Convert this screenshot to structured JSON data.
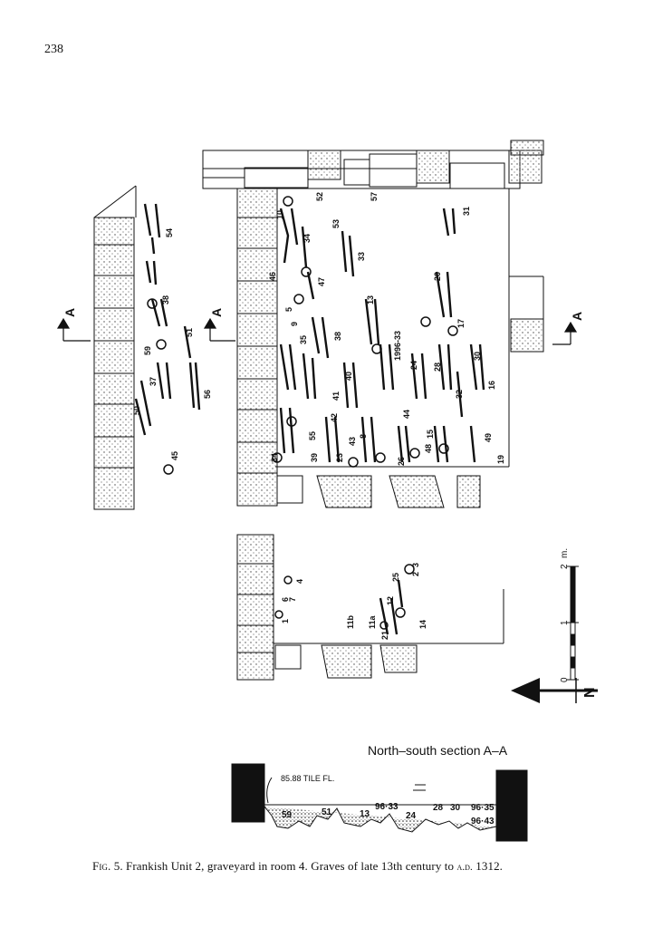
{
  "page_number": "238",
  "section_markers": {
    "left": "A",
    "middle": "A",
    "right": "A"
  },
  "plan_labels": {
    "west_strip": [
      "54",
      "38",
      "59",
      "51",
      "37",
      "56",
      "50",
      "45"
    ],
    "upper_room": [
      "10",
      "52",
      "57",
      "31",
      "53",
      "34",
      "33",
      "20",
      "46",
      "47",
      "5",
      "13",
      "35",
      "38",
      "1996-33",
      "9",
      "40",
      "24",
      "28",
      "30",
      "16",
      "17",
      "32",
      "41",
      "55",
      "42",
      "8",
      "44",
      "15",
      "48",
      "49",
      "43",
      "39",
      "23",
      "26",
      "19",
      "34"
    ],
    "lower_room": [
      "2",
      "3",
      "4",
      "25",
      "6",
      "7",
      "11b",
      "12",
      "11a",
      "14",
      "21",
      "1"
    ]
  },
  "scale_bar": {
    "unit": "m.",
    "ticks": [
      "2",
      "1",
      "0"
    ],
    "north_label": "N"
  },
  "section": {
    "title": "North–south section A–A",
    "tile_floor_label": "85.88 TILE FL.",
    "grave_labels": [
      "59",
      "51",
      "13",
      "96·33",
      "24",
      "28",
      "30",
      "96·35",
      "96·43"
    ]
  },
  "caption": {
    "fig_label": "Fig. 5.",
    "text": "Frankish Unit 2, graveyard in room 4. Graves of late 13th century to",
    "era": "a.d.",
    "year": "1312."
  }
}
